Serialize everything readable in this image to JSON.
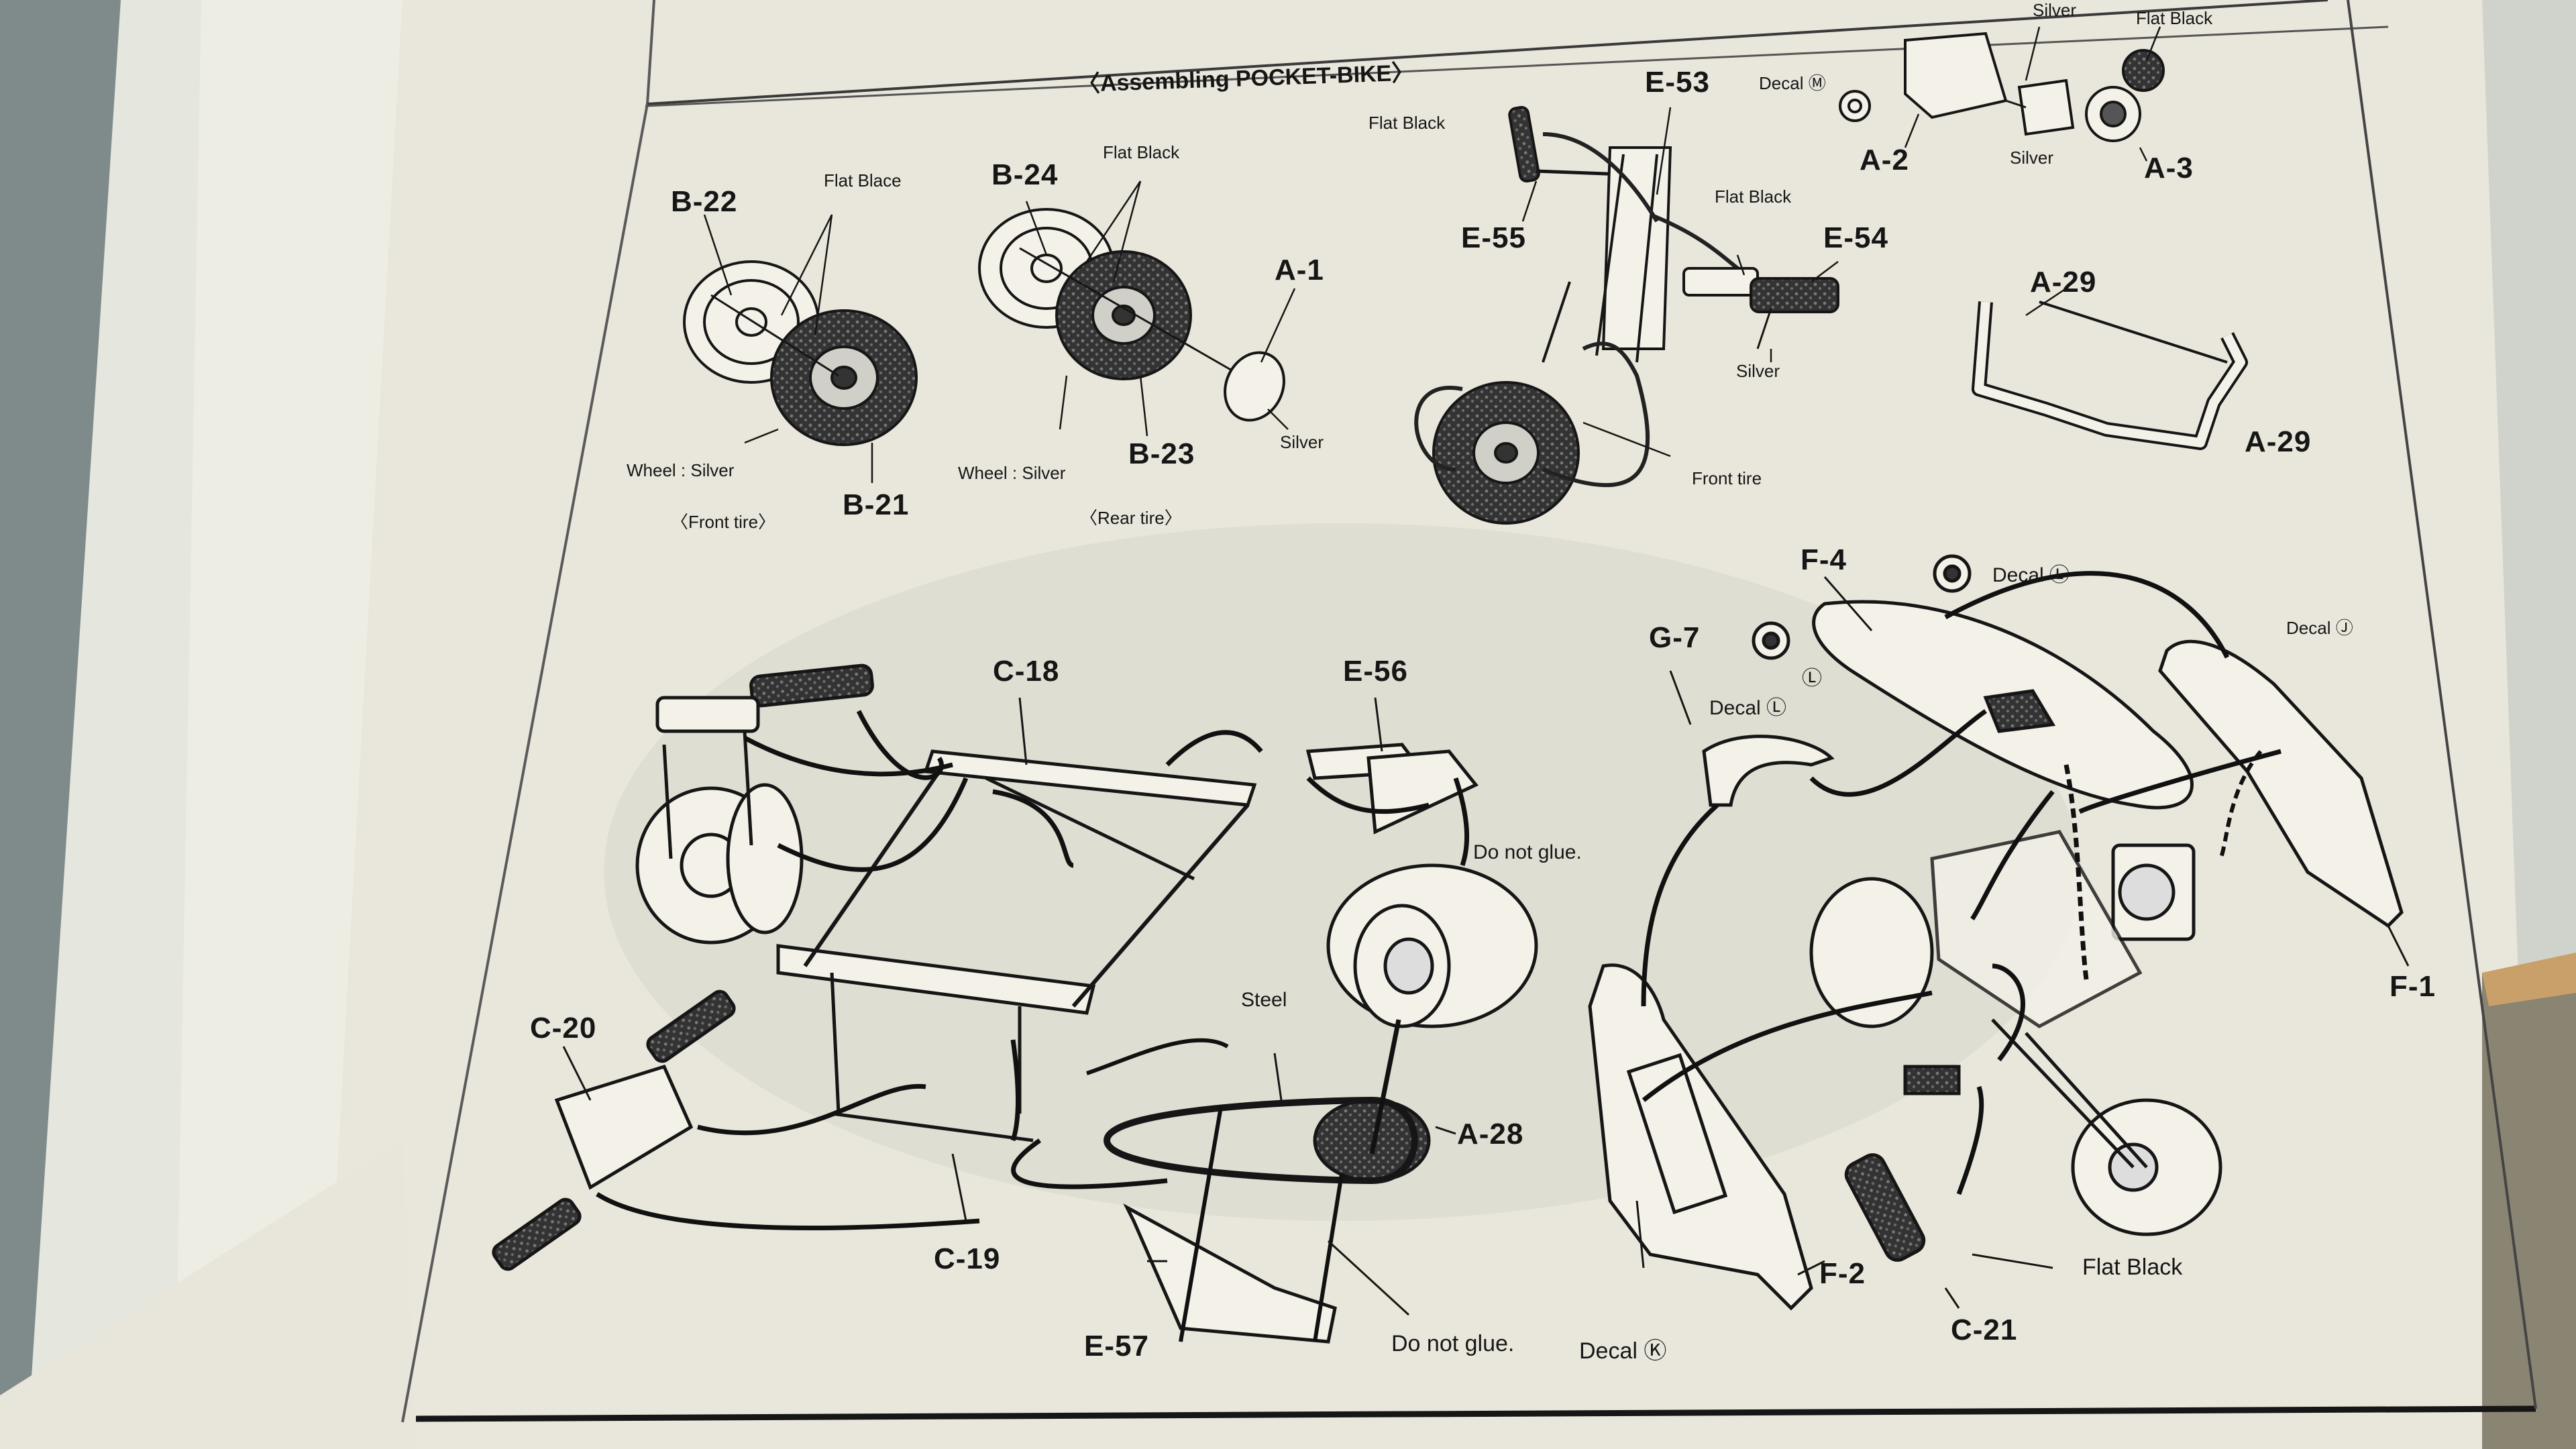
{
  "section_title": "〈Assembling POCKET-BIKE〉",
  "top_sub": {
    "front_tire": {
      "code_b22": "B-22",
      "paint": "Flat Blace",
      "code_b21": "B-21",
      "wheel_paint": "Wheel : Silver",
      "caption": "〈Front tire〉"
    },
    "rear_tire": {
      "code_b24": "B-24",
      "paint": "Flat Black",
      "code_a1": "A-1",
      "code_b23": "B-23",
      "hub_paint": "Silver",
      "wheel_paint": "Wheel : Silver",
      "caption": "〈Rear tire〉"
    },
    "front_fork": {
      "code_e53": "E-53",
      "code_e55": "E-55",
      "code_e54": "E-54",
      "grip_paint_left": "Flat Black",
      "grip_paint_right": "Flat Black",
      "lever_paint": "Silver",
      "tire_label": "Front tire"
    },
    "engine": {
      "paint_top": "Silver",
      "paint_flat": "Flat Black",
      "decal_m": "Decal Ⓜ",
      "code_a2": "A-2",
      "paint_mid": "Silver",
      "code_a3": "A-3"
    },
    "stand": {
      "code_a29_top": "A-29",
      "code_a29_bottom": "A-29"
    }
  },
  "main_frame": {
    "code_c18": "C-18",
    "code_e56": "E-56",
    "do_not_glue_1": "Do not glue.",
    "steel": "Steel",
    "code_c20": "C-20",
    "code_a28": "A-28",
    "code_c19": "C-19",
    "code_e57": "E-57",
    "do_not_glue_2": "Do not glue."
  },
  "body_panels": {
    "code_f4": "F-4",
    "decal_l_top": "Decal Ⓛ",
    "decal_j": "Decal Ⓙ",
    "code_g7": "G-7",
    "decal_l_g7": "Decal Ⓛ",
    "decal_l_mark": "Ⓛ",
    "code_f1": "F-1",
    "code_f2": "F-2",
    "decal_k": "Decal Ⓚ",
    "flat_black": "Flat Black",
    "code_c21": "C-21"
  },
  "colors": {
    "paper": "#e9e7dc",
    "ink": "#161616",
    "desk": "#7d8a89",
    "shadow": "#b9bfb8"
  }
}
